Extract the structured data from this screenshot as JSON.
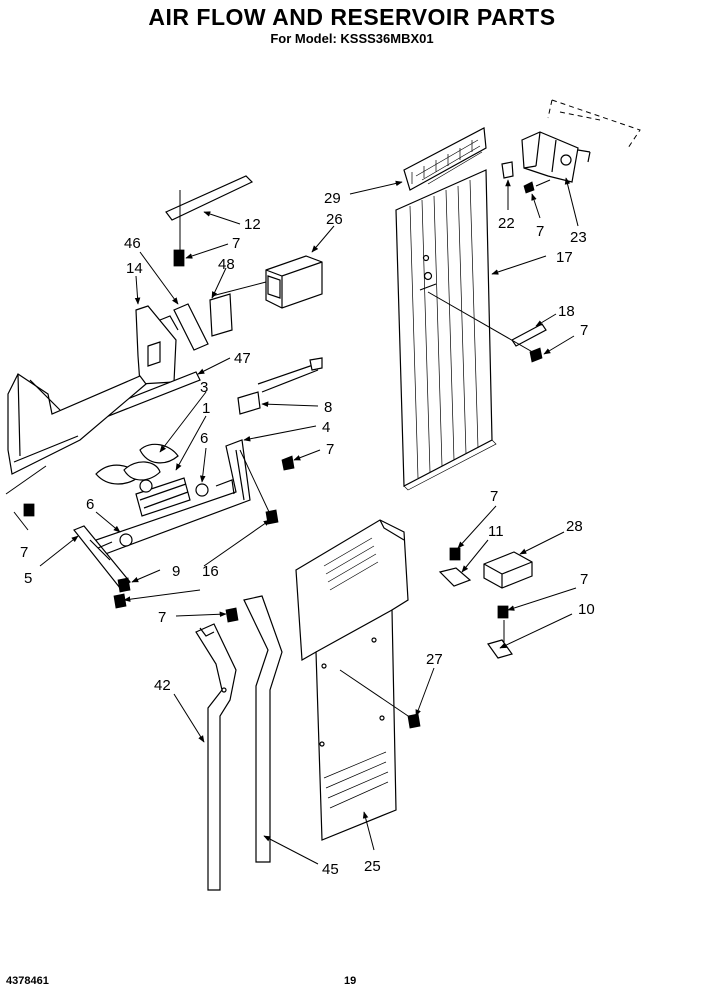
{
  "header": {
    "title": "AIR FLOW AND RESERVOIR PARTS",
    "model_line": "For Model: KSSS36MBX01"
  },
  "footer": {
    "doc_number": "4378461",
    "page_number": "19"
  },
  "callouts": [
    "29",
    "26",
    "22",
    "7",
    "23",
    "12",
    "7",
    "46",
    "48",
    "17",
    "14",
    "18",
    "7",
    "47",
    "3",
    "8",
    "1",
    "4",
    "6",
    "7",
    "7",
    "6",
    "28",
    "11",
    "7",
    "5",
    "9",
    "16",
    "10",
    "7",
    "7",
    "27",
    "42",
    "45",
    "25"
  ]
}
